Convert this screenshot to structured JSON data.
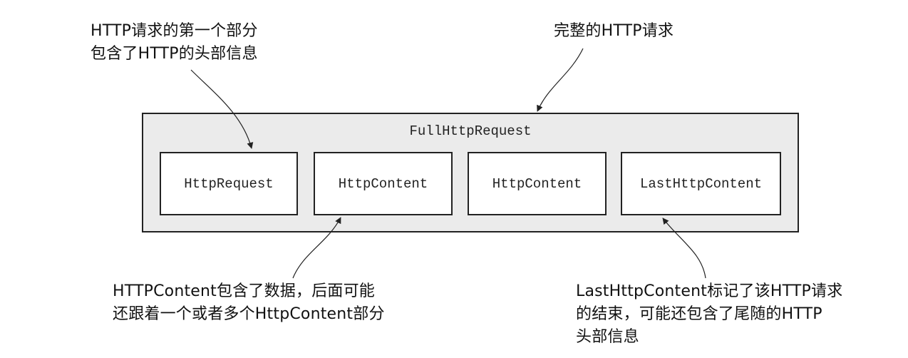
{
  "annotations": {
    "top_left": [
      "HTTP请求的第一个部分",
      "包含了HTTP的头部信息"
    ],
    "top_right": [
      "完整的HTTP请求"
    ],
    "bottom_left": [
      "HTTPContent包含了数据，后面可能",
      "还跟着一个或者多个HttpContent部分"
    ],
    "bottom_right": [
      "LastHttpContent标记了该HTTP请求",
      "的结束，可能还包含了尾随的HTTP",
      "头部信息"
    ]
  },
  "container": {
    "label": "FullHttpRequest"
  },
  "parts": [
    {
      "label": "HttpRequest"
    },
    {
      "label": "HttpContent"
    },
    {
      "label": "HttpContent"
    },
    {
      "label": "LastHttpContent"
    }
  ],
  "colors": {
    "container_fill": "#ebebeb",
    "box_fill": "#ffffff",
    "stroke": "#222222",
    "text": "#111111"
  }
}
